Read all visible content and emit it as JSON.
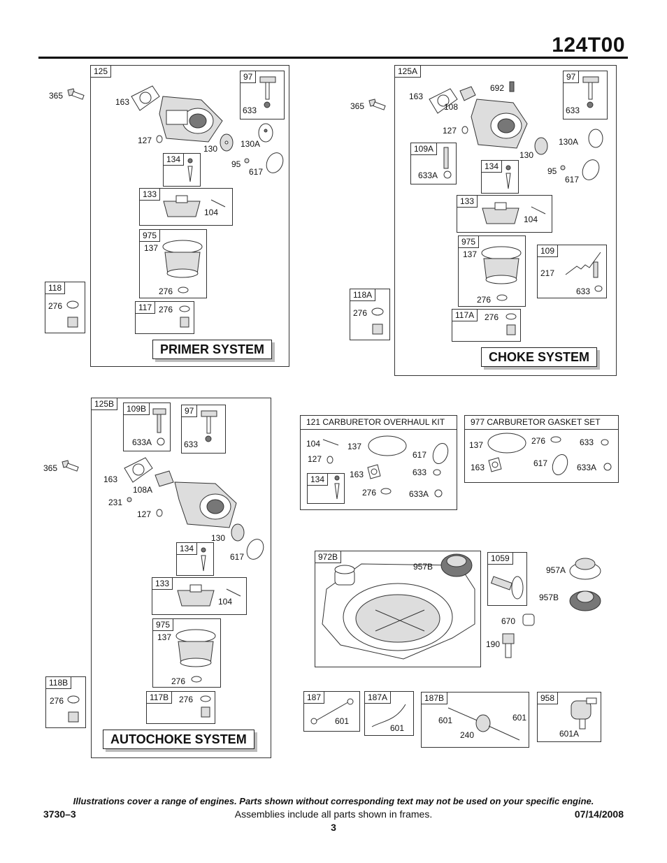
{
  "header": {
    "model": "124T00"
  },
  "primer": {
    "frame": "125",
    "system_label": "PRIMER SYSTEM",
    "parts": [
      "365",
      "163",
      "127",
      "130",
      "130A",
      "95",
      "617",
      "104",
      "137",
      "276",
      "276"
    ],
    "sub": {
      "f97": "97",
      "f97_633": "633",
      "f134": "134",
      "f133": "133",
      "f975": "975",
      "f117": "117",
      "f118": "118",
      "f118_276": "276"
    }
  },
  "choke": {
    "frame": "125A",
    "system_label": "CHOKE SYSTEM",
    "parts": [
      "365",
      "163",
      "108",
      "692",
      "127",
      "130",
      "130A",
      "95",
      "617",
      "104",
      "137",
      "276",
      "217",
      "633",
      "276"
    ],
    "sub": {
      "f97": "97",
      "f97_633": "633",
      "f109a": "109A",
      "f109a_633": "633A",
      "f134": "134",
      "f133": "133",
      "f975": "975",
      "f109": "109",
      "f117a": "117A",
      "f118a": "118A",
      "f118a_276": "276"
    }
  },
  "autochoke": {
    "frame": "125B",
    "system_label": "AUTOCHOKE SYSTEM",
    "parts": [
      "365",
      "163",
      "108A",
      "231",
      "127",
      "130",
      "617",
      "104",
      "137",
      "276",
      "276"
    ],
    "sub": {
      "f109b": "109B",
      "f109b_633": "633A",
      "f97": "97",
      "f97_633": "633",
      "f134": "134",
      "f133": "133",
      "f975": "975",
      "f117b": "117B",
      "f118b": "118B",
      "f118b_276": "276"
    }
  },
  "kit121": {
    "title": "121 CARBURETOR OVERHAUL KIT",
    "parts": [
      "104",
      "137",
      "617",
      "127",
      "163",
      "633",
      "276",
      "633A"
    ],
    "f134": "134"
  },
  "kit977": {
    "title": "977 CARBURETOR GASKET SET",
    "parts": [
      "137",
      "276",
      "633",
      "163",
      "617",
      "633A"
    ]
  },
  "tank": {
    "frame": "972B",
    "label": "957B"
  },
  "cap": {
    "frame": "1059",
    "labels": [
      "957A",
      "957B",
      "670",
      "190"
    ]
  },
  "lines": {
    "f187": "187",
    "f187_601": "601",
    "f187a": "187A",
    "f187a_601": "601",
    "f187b": "187B",
    "f187b_601a": "601",
    "f187b_601b": "601",
    "f187b_240": "240",
    "f958": "958",
    "f958_601a": "601A"
  },
  "footer": {
    "disclaimer": "Illustrations cover a range of engines. Parts shown without corresponding text may not be used on your specific engine.",
    "left": "3730–3",
    "center": "Assemblies include all parts shown in frames.",
    "right": "07/14/2008",
    "page": "3"
  }
}
